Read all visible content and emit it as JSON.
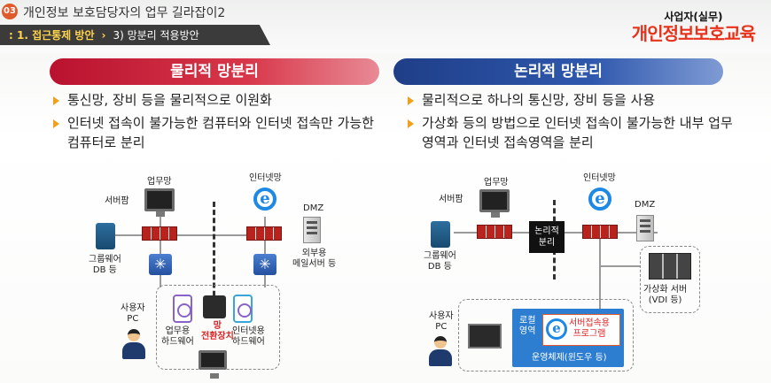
{
  "header": {
    "chapter_num": "03",
    "course_title": "개인정보 보호담당자의 업무 길라잡이2",
    "crumb_main": ": 1. 접근통제 방안",
    "crumb_sep": "›",
    "crumb_sub": "3) 망분리 적용방안",
    "logo_sub": "사업자(실무)",
    "logo_main": "개인정보보호교육"
  },
  "left": {
    "title": "물리적 망분리",
    "bullets": [
      "통신망, 장비 등을 물리적으로 이원화",
      "인터넷 접속이 불가능한 컴퓨터와 인터넷 접속만 가능한 컴퓨터로 분리"
    ],
    "diagram": {
      "server_room": "서버팜",
      "groupware": "그룹웨어\nDB 등",
      "business_net": "업무망",
      "internet_net": "인터넷망",
      "dmz": "DMZ",
      "external": "외부용\n메일서버 등",
      "user_pc": "사용자\nPC",
      "business_hdd": "업무용\n하드웨어",
      "switch_device": "망\n전환장치",
      "internet_hdd": "인터넷용\n하드웨어"
    }
  },
  "right": {
    "title": "논리적 망분리",
    "bullets": [
      "물리적으로 하나의 통신망, 장비 등을 사용",
      "가상화 등의 방법으로 인터넷 접속이 불가능한 내부 업무영역과 인터넷 접속영역을 분리"
    ],
    "diagram": {
      "server_room": "서버팜",
      "groupware": "그룹웨어\nDB 등",
      "business_net": "업무망",
      "logical_sep": "논리적\n분리",
      "internet_net": "인터넷망",
      "dmz": "DMZ",
      "virtual_server": "가상화 서버\n(VDI 등)",
      "user_pc": "사용자\nPC",
      "local_area": "로컬\n영역",
      "server_app": "서버접속용\n프로그램",
      "os": "운영체제(윈도우 등)"
    }
  }
}
